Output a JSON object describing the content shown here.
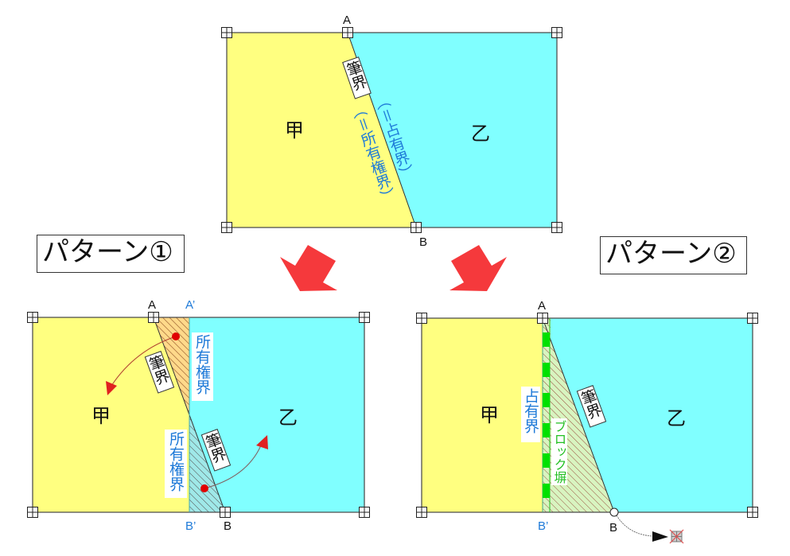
{
  "colors": {
    "parcel_left": "#ffff80",
    "parcel_right": "#80ffff",
    "boundary_blue_text": "#1e7ad8",
    "block_wall_green": "#00e000",
    "arrow_red": "#f5393c",
    "dot_red": "#e00000"
  },
  "top_diagram": {
    "point_a": "A",
    "point_b": "B",
    "region_left": "甲",
    "region_right": "乙",
    "parcel_boundary_label": "筆界",
    "note_right": "（＝占有界）",
    "note_left": "（＝所有権界）"
  },
  "pattern1": {
    "title": "パターン①",
    "point_a": "A",
    "point_a_prime": "A’",
    "point_b": "B",
    "point_b_prime": "B’",
    "region_left": "甲",
    "region_right": "乙",
    "parcel_boundary_label_upper": "筆界",
    "parcel_boundary_label_lower": "筆界",
    "ownership_boundary_label_upper": "所有権界",
    "ownership_boundary_label_lower": "所有権界"
  },
  "pattern2": {
    "title": "パターン②",
    "point_a": "A",
    "point_b": "B",
    "point_b_prime": "B’",
    "region_left": "甲",
    "region_right": "乙",
    "parcel_boundary_label": "筆界",
    "occupancy_boundary_label": "占有界",
    "block_wall_label": "ブロック塀"
  }
}
